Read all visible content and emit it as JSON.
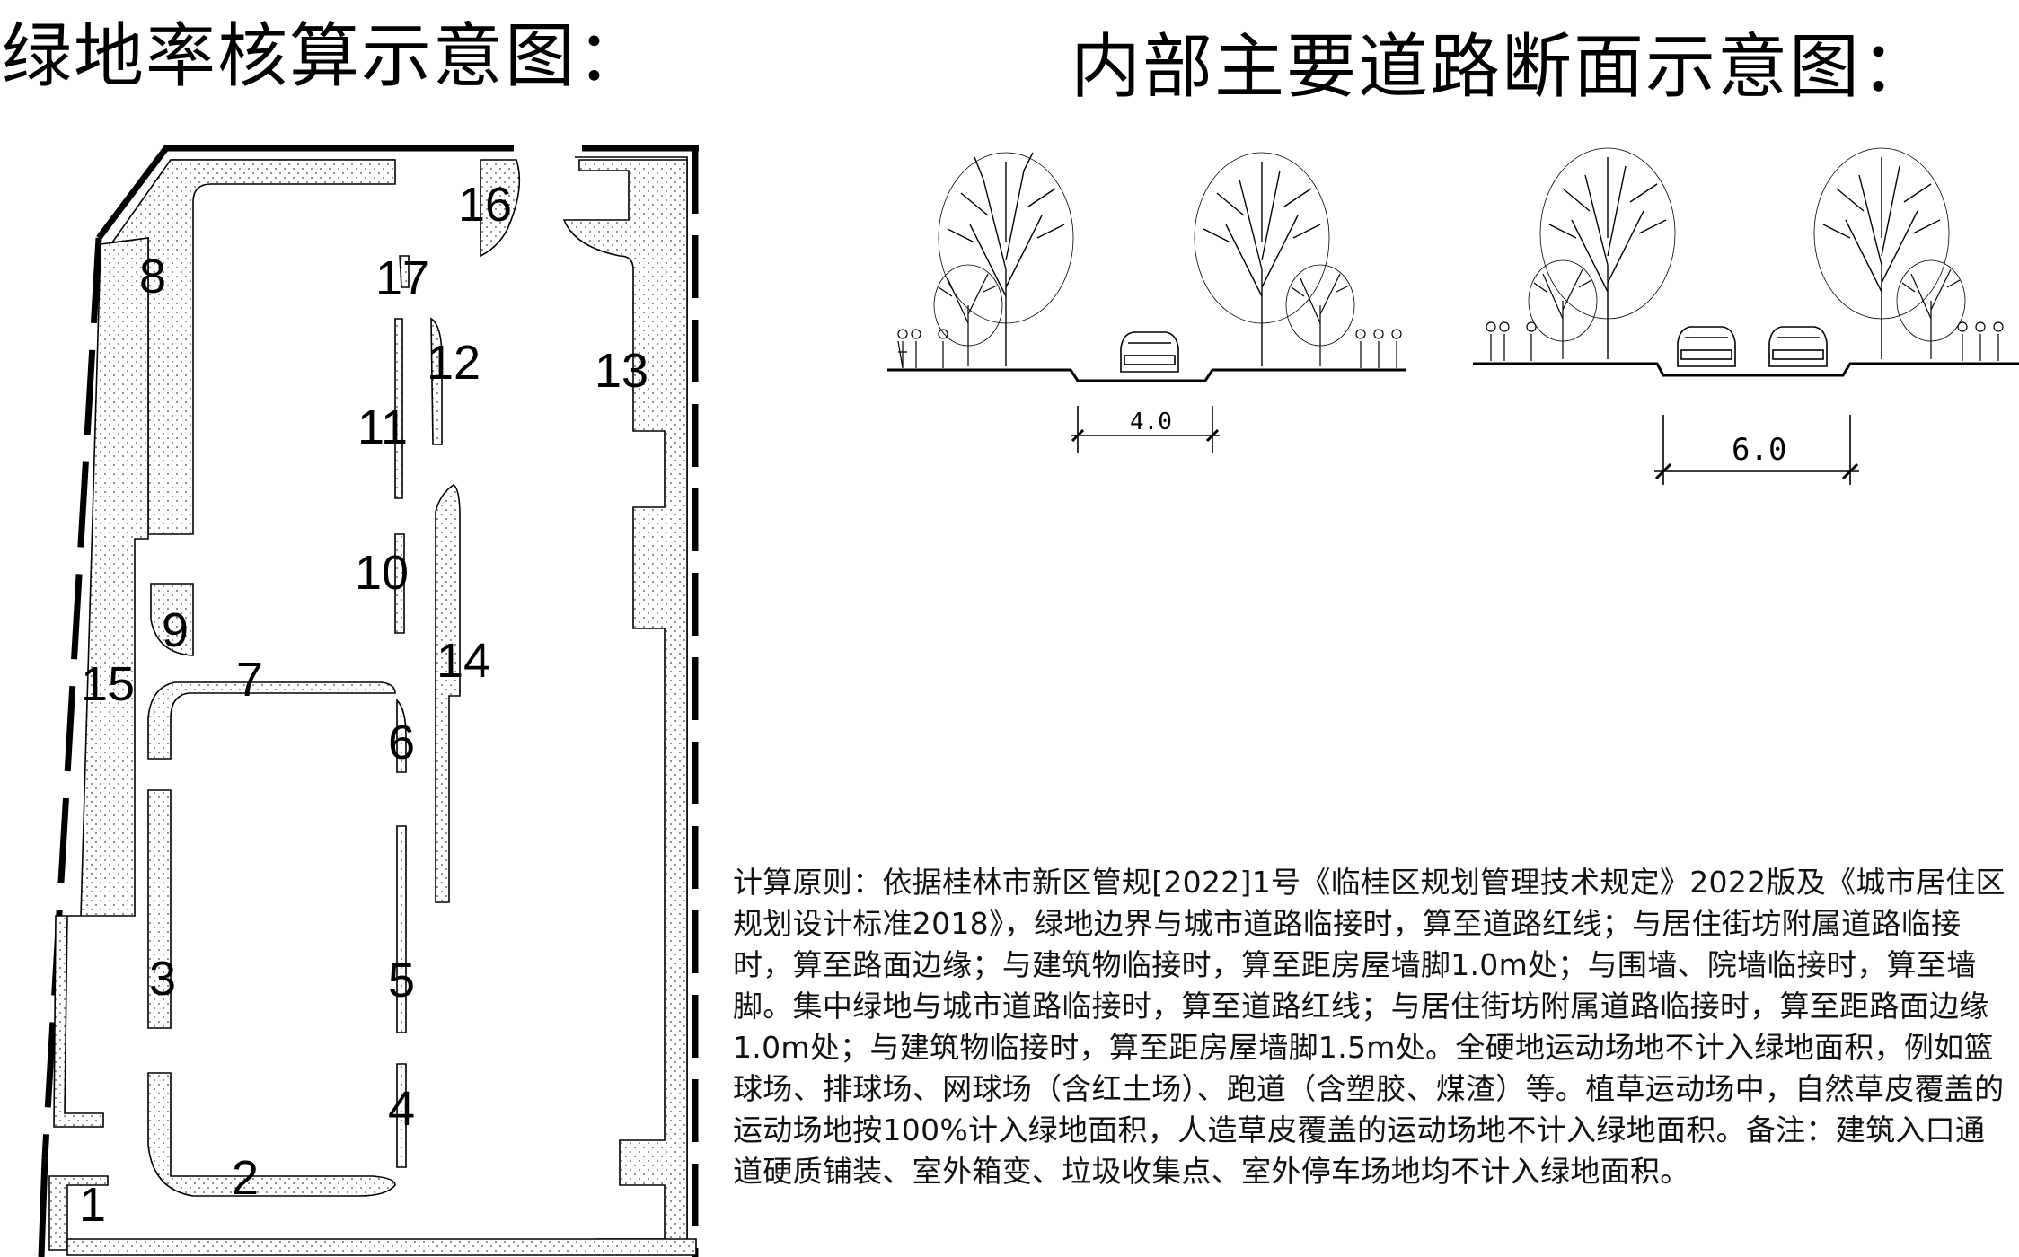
{
  "titles": {
    "left": "绿地率核算示意图：",
    "right": "内部主要道路断面示意图："
  },
  "plan": {
    "labels": [
      "1",
      "2",
      "3",
      "4",
      "5",
      "6",
      "7",
      "8",
      "9",
      "10",
      "11",
      "12",
      "13",
      "14",
      "15",
      "16",
      "17"
    ]
  },
  "sections": [
    {
      "width_label": "4.0"
    },
    {
      "width_label": "6.0"
    }
  ],
  "explanation": "计算原则：依据桂林市新区管规[2022]1号《临桂区规划管理技术规定》2022版及《城市居住区规划设计标准2018》，绿地边界与城市道路临接时，算至道路红线；与居住街坊附属道路临接时，算至路面边缘；与建筑物临接时，算至距房屋墙脚1.0m处；与围墙、院墙临接时，算至墙脚。集中绿地与城市道路临接时，算至道路红线；与居住街坊附属道路临接时，算至距路面边缘1.0m处；与建筑物临接时，算至距房屋墙脚1.5m处。全硬地运动场地不计入绿地面积，例如篮球场、排球场、网球场（含红土场）、跑道（含塑胶、煤渣）等。植草运动场中，自然草皮覆盖的运动场地按100%计入绿地面积，人造草皮覆盖的运动场地不计入绿地面积。备注：建筑入口通道硬质铺装、室外箱变、垃圾收集点、室外停车场地均不计入绿地面积。"
}
